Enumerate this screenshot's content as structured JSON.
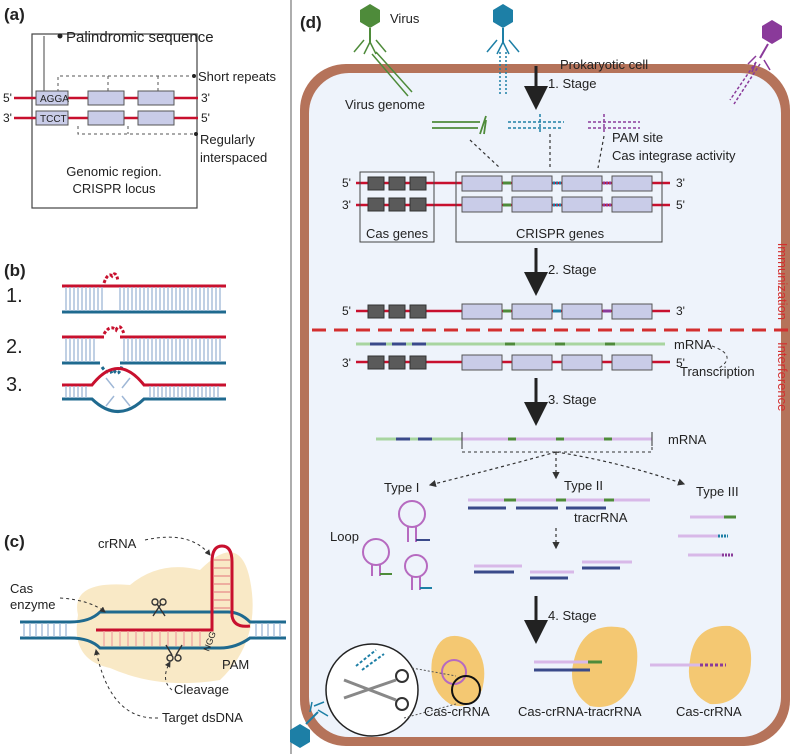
{
  "panel_a": {
    "letter": "(a)",
    "palindromic": "Palindromic sequence",
    "short_repeats": "Short repeats",
    "regularly_1": "Regularly",
    "regularly_2": "interspaced",
    "top_seq": "AGGA",
    "bottom_seq": "TCCT",
    "five_prime": "5'",
    "three_prime": "3'",
    "genomic_1": "Genomic region.",
    "genomic_2": "CRISPR locus"
  },
  "panel_b": {
    "letter": "(b)",
    "steps": [
      "1.",
      "2.",
      "3."
    ]
  },
  "panel_c": {
    "letter": "(c)",
    "crrna": "crRNA",
    "cas_1": "Cas",
    "cas_2": "enzyme",
    "pam": "PAM",
    "ngg": "NGG",
    "cleavage": "Cleavage",
    "target": "Target dsDNA"
  },
  "panel_d": {
    "letter": "(d)",
    "virus": "Virus",
    "prokaryotic_cell": "Prokaryotic cell",
    "virus_genome": "Virus genome",
    "stage_1": "1. Stage",
    "stage_2": "2. Stage",
    "stage_3": "3. Stage",
    "stage_4": "4. Stage",
    "pam_site": "PAM site",
    "cas_integrase": "Cas integrase activity",
    "cas_genes": "Cas genes",
    "crispr_genes": "CRISPR genes",
    "immunization": "Immunization",
    "interference": "Interference",
    "mrna_1": "mRNA",
    "mrna_2": "mRNA",
    "transcription": "Transcription",
    "type_1": "Type I",
    "type_2": "Type II",
    "type_3": "Type III",
    "tracrrna": "tracrRNA",
    "loop": "Loop",
    "complex_1": "Cas-crRNA",
    "complex_2": "Cas-crRNA-tracrRNA",
    "complex_3": "Cas-crRNA",
    "five_prime": "5'",
    "three_prime": "3'"
  },
  "colors": {
    "dna_red": "#c8102e",
    "dna_blue": "#1f6a8f",
    "repeat_box": "#c9cce8",
    "cas_gene": "#5a5a5a",
    "cell_wall": "#b5735a",
    "cell_fill": "#eef3fb",
    "enzyme": "#f4c872",
    "virus_green": "#4e8b3a",
    "virus_blue": "#1d7fa6",
    "virus_purple": "#8a3a9a",
    "divider": "#d32f2f"
  }
}
